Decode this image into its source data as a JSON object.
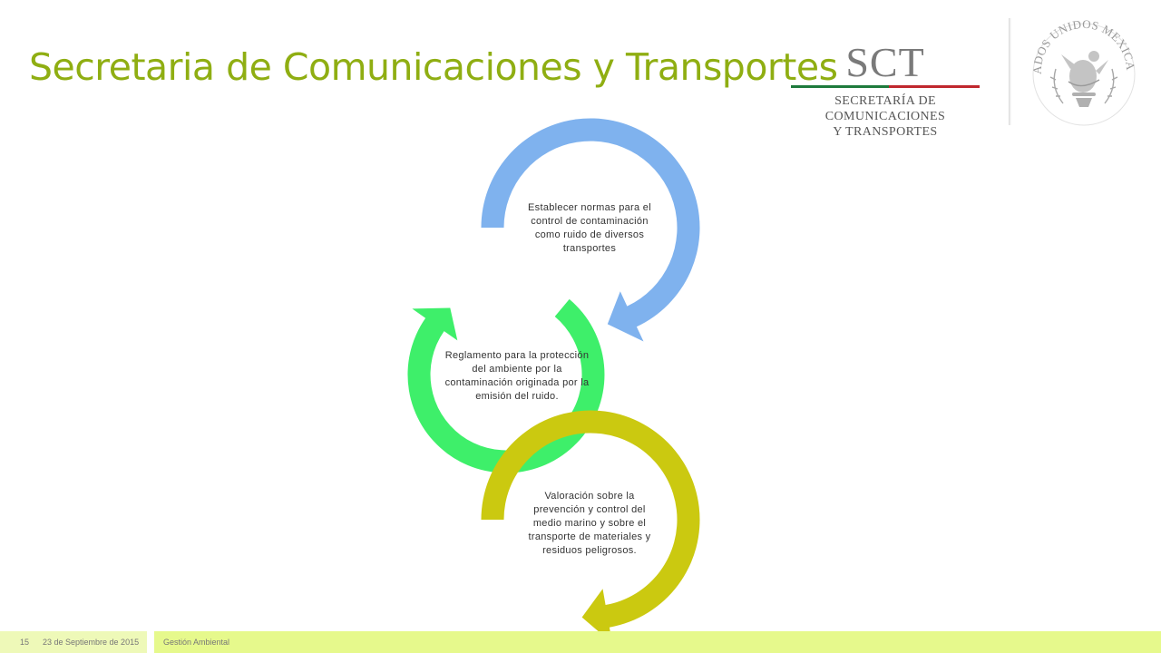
{
  "title": "Secretaria de Comunicaciones y Transportes",
  "logo": {
    "abbreviation": "SCT",
    "line1": "SECRETARÍA DE",
    "line2": "COMUNICACIONES",
    "line3": "Y TRANSPORTES"
  },
  "seal": {
    "text": "ESTADOS UNIDOS MEXICANOS"
  },
  "cycle": [
    {
      "text": "Establecer normas para el control de contaminación como ruido de diversos transportes",
      "color": "#7fb2ee"
    },
    {
      "text": "Reglamento para la protección del ambiente por la contaminación originada por la emisión del ruido.",
      "color": "#3eef6a"
    },
    {
      "text": "Valoración sobre la prevención y control del medio marino y sobre el transporte de materiales y residuos peligrosos.",
      "color": "#cbc910"
    }
  ],
  "footer": {
    "page": "15",
    "date": "23 de Septiembre de 2015",
    "topic": "Gestión Ambiental"
  }
}
